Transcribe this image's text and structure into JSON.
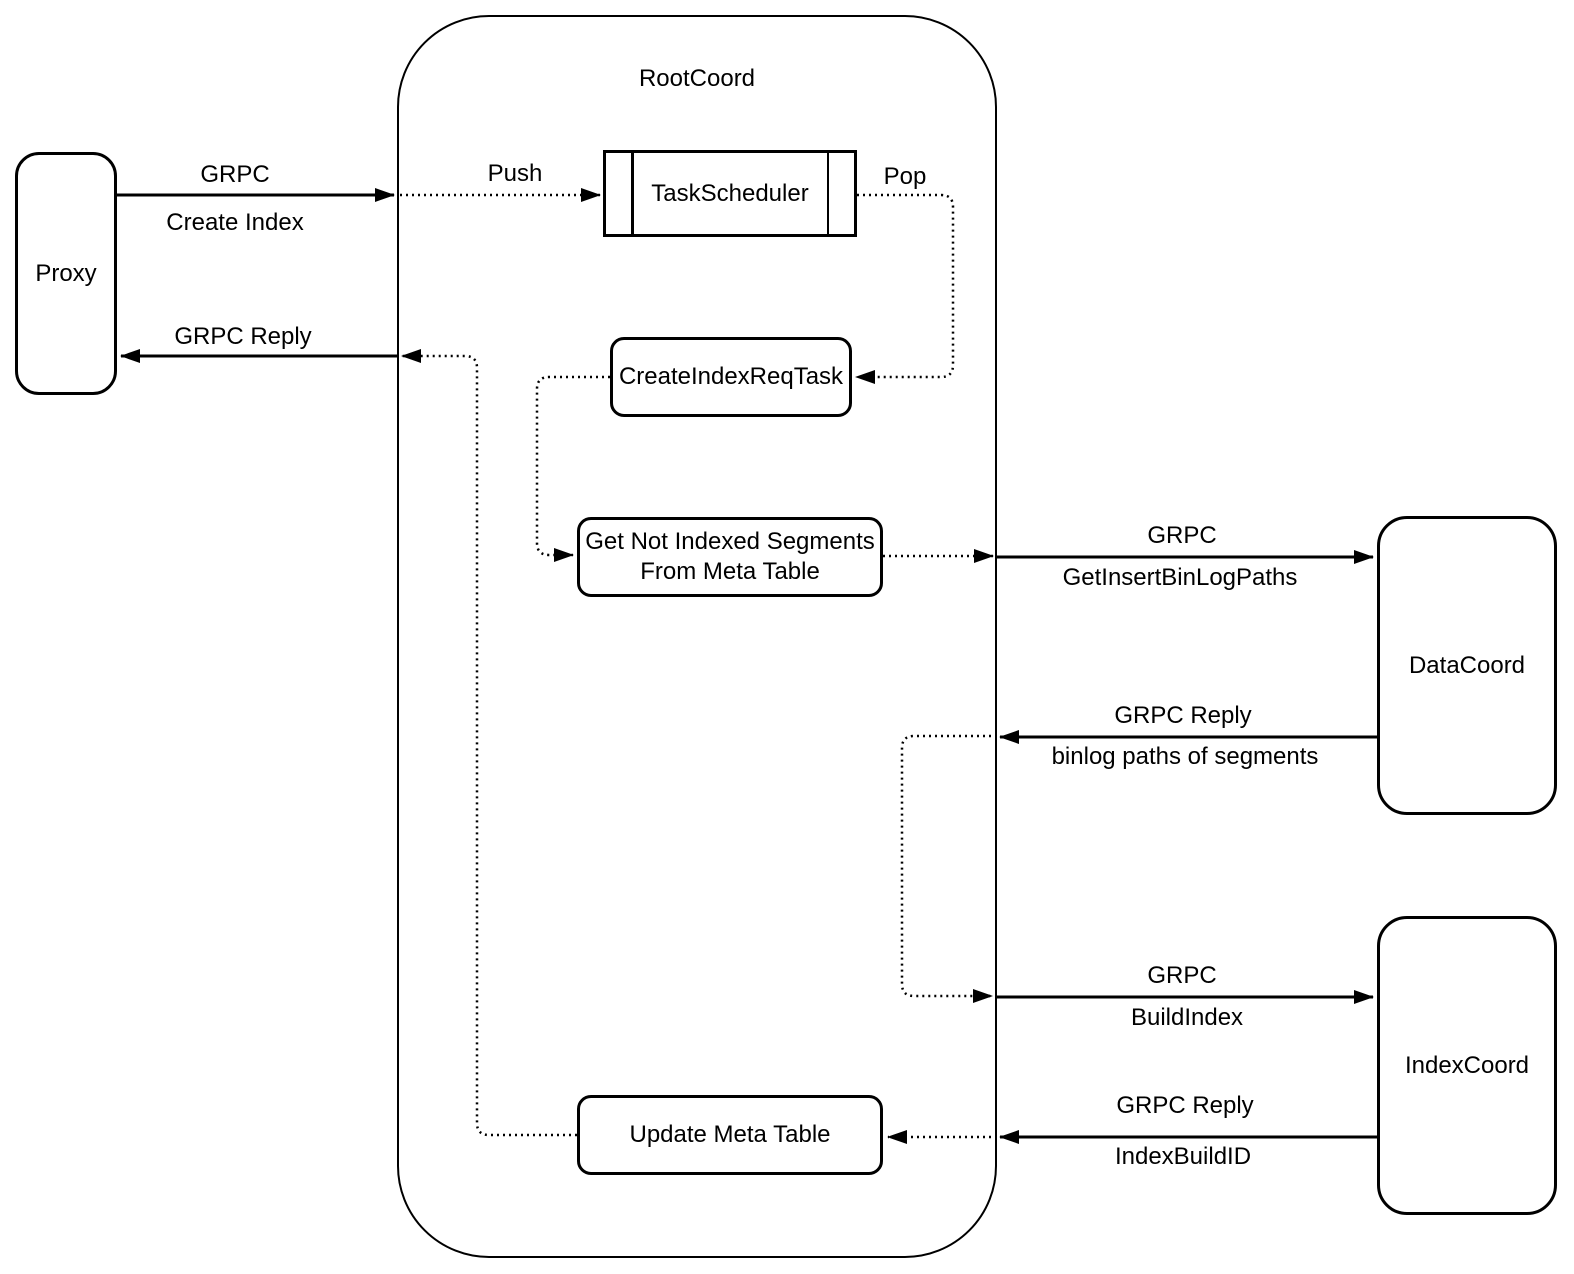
{
  "nodes": {
    "rootCoord": "RootCoord",
    "proxy": "Proxy",
    "taskScheduler": "TaskScheduler",
    "createIndexReqTask": "CreateIndexReqTask",
    "getNotIndexedLine1": "Get Not Indexed Segments",
    "getNotIndexedLine2": "From Meta Table",
    "updateMetaTable": "Update Meta Table",
    "dataCoord": "DataCoord",
    "indexCoord": "IndexCoord"
  },
  "edge_labels": {
    "grpcCreate": "GRPC",
    "createIndex": "Create Index",
    "push": "Push",
    "pop": "Pop",
    "grpcReplyProxy": "GRPC Reply",
    "grpcGetInsert": "GRPC",
    "getInsertBinLogPaths": "GetInsertBinLogPaths",
    "grpcReplyBinlog": "GRPC Reply",
    "binlogPaths": "binlog paths of segments",
    "grpcBuildIndex": "GRPC",
    "buildIndex": "BuildIndex",
    "grpcReplyIndexBuild": "GRPC Reply",
    "indexBuildId": "IndexBuildID"
  },
  "colors": {
    "stroke": "#000000",
    "background": "#ffffff"
  }
}
